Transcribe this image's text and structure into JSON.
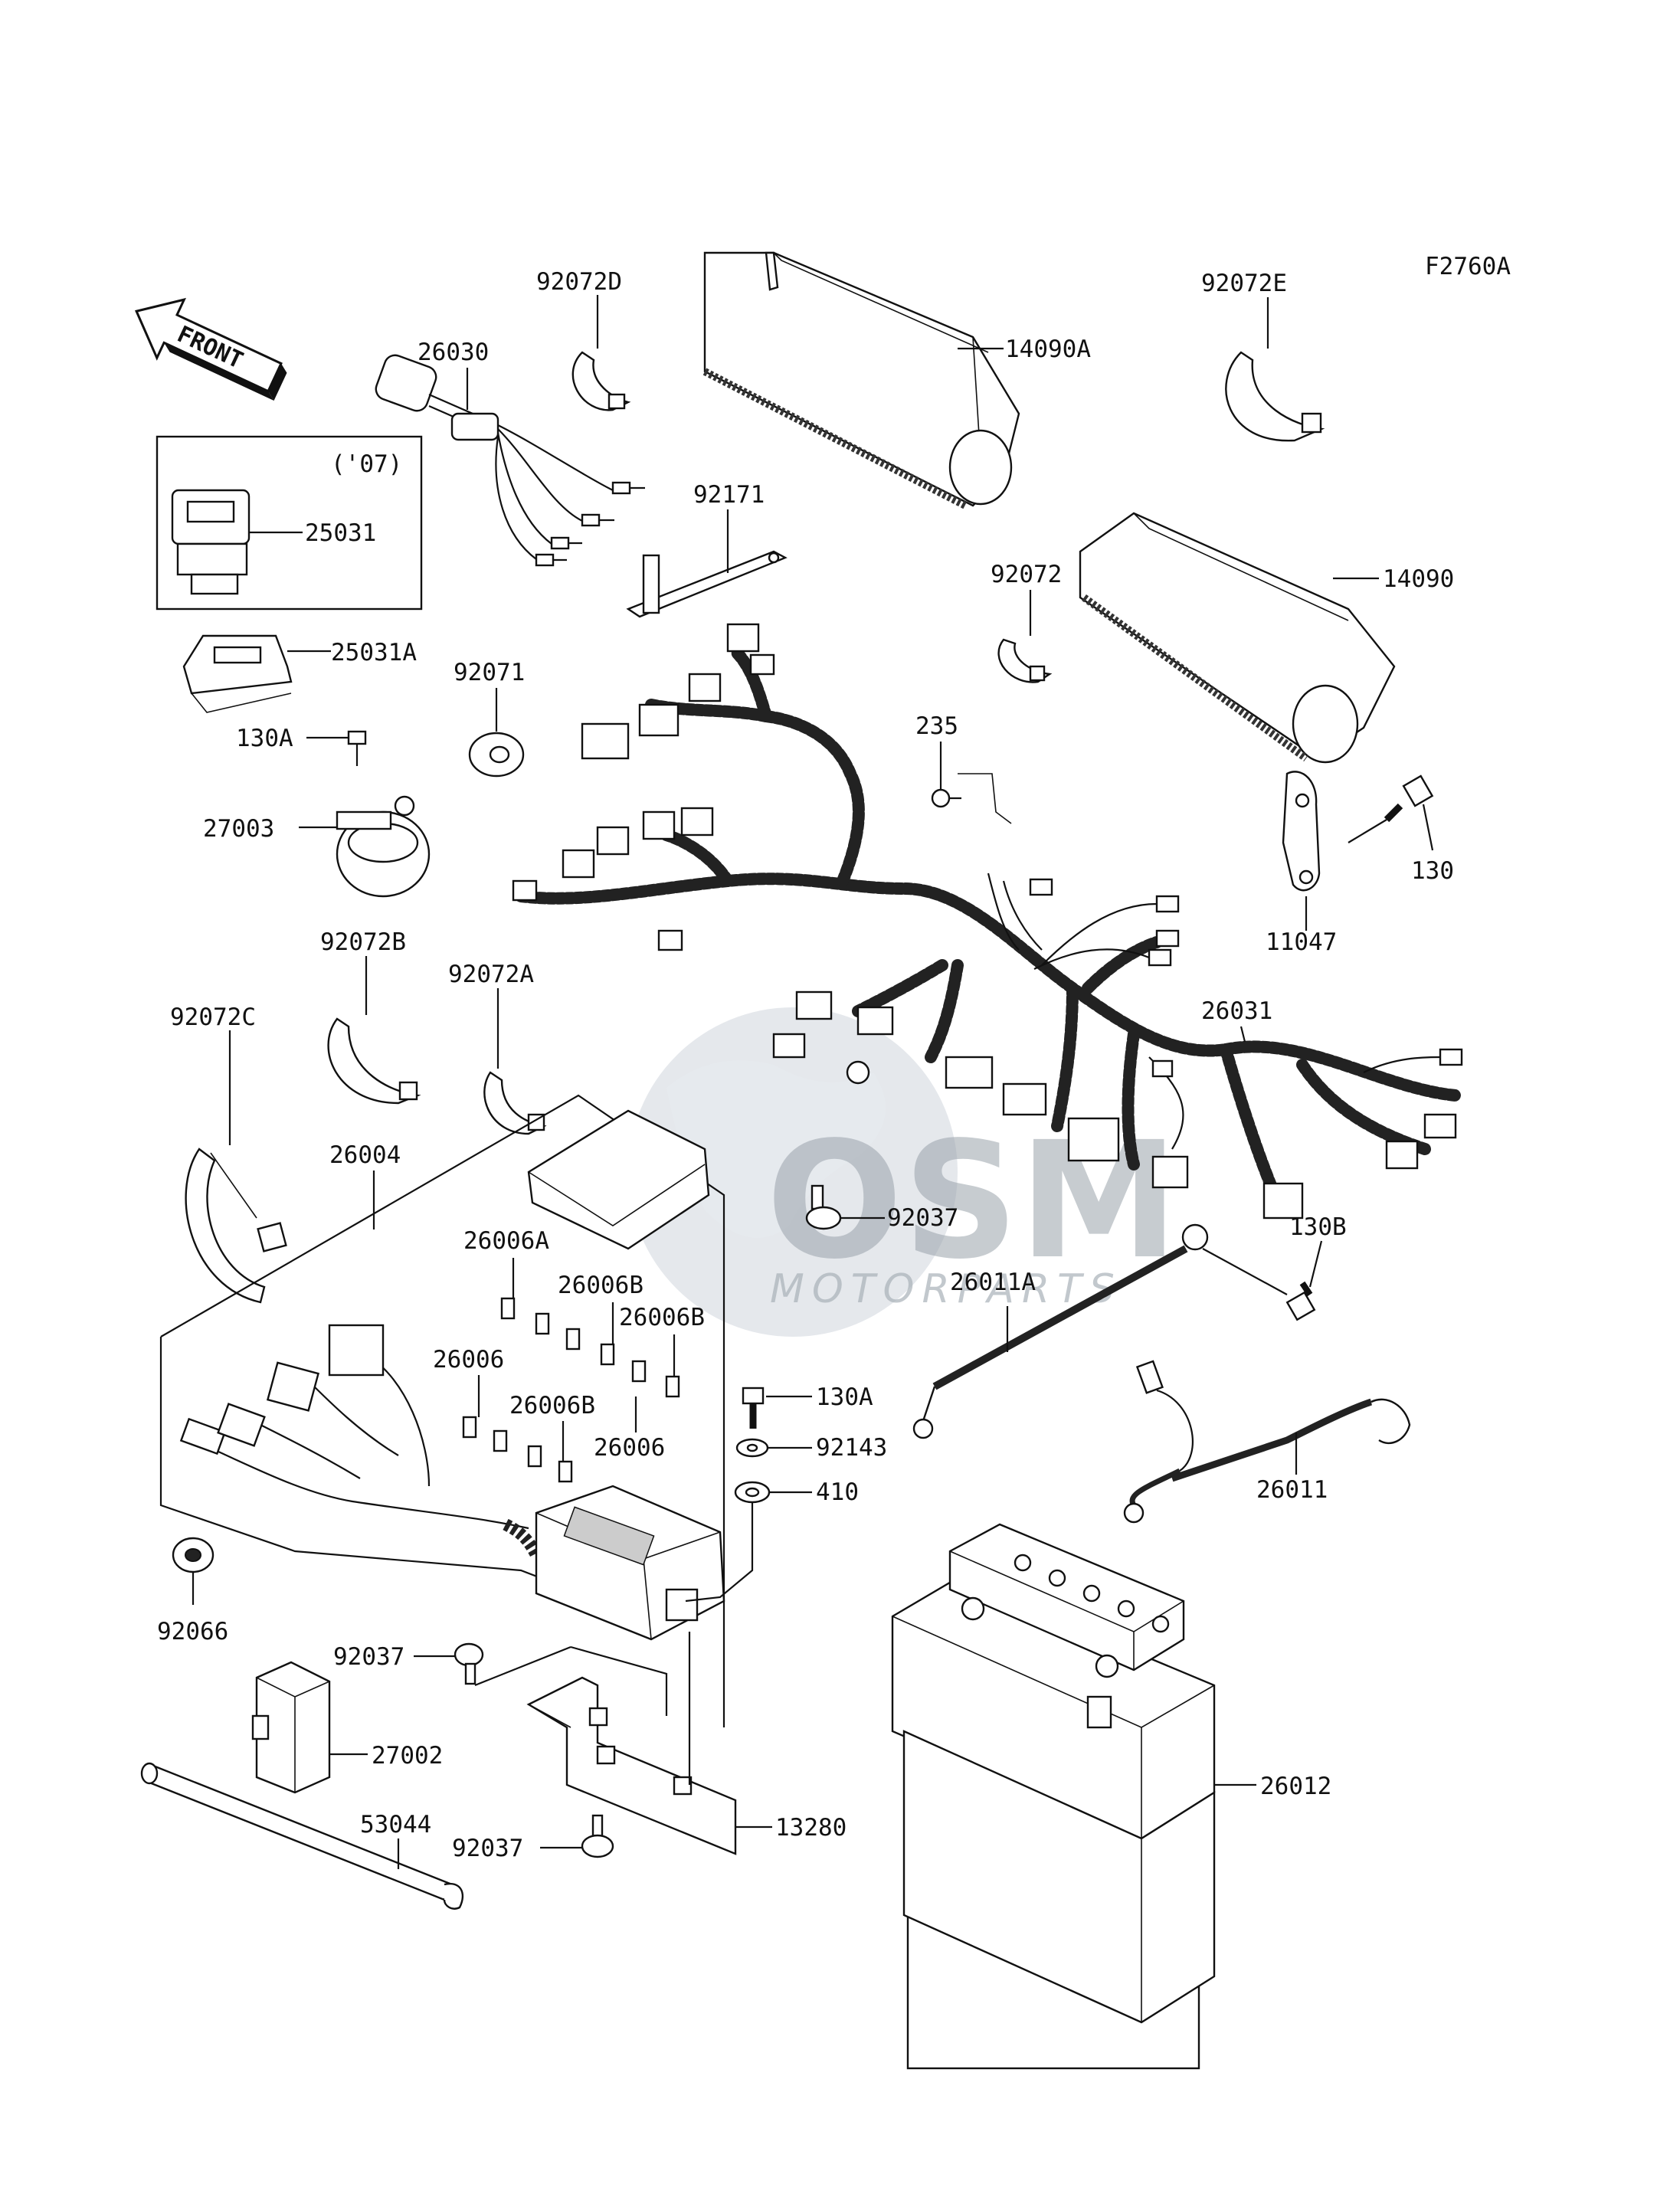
{
  "diagram": {
    "figure_code": "F2760A",
    "direction_label": "FRONT",
    "watermark": {
      "brand": "OSM",
      "sub": "MOTORPARTS"
    },
    "labels": {
      "p92072D": "92072D",
      "p26030": "26030",
      "p14090A": "14090A",
      "p92072E": "92072E",
      "year07": "('07)",
      "p25031": "25031",
      "p92171": "92171",
      "p14090": "14090",
      "p92072": "92072",
      "p25031A": "25031A",
      "p92071": "92071",
      "p130A_top": "130A",
      "p235": "235",
      "p130": "130",
      "p27003": "27003",
      "p11047": "11047",
      "p92072B": "92072B",
      "p92072A": "92072A",
      "p26031": "26031",
      "p92072C": "92072C",
      "p26004": "26004",
      "p26006A": "26006A",
      "p92037_top": "92037",
      "p130B": "130B",
      "p26006B_1": "26006B",
      "p26011A": "26011A",
      "p26006B_2": "26006B",
      "p26006_1": "26006",
      "p26006B_3": "26006B",
      "p130A_mid": "130A",
      "p26006_2": "26006",
      "p92143": "92143",
      "p26011": "26011",
      "p410": "410",
      "p92066": "92066",
      "p92037_mid": "92037",
      "p27002": "27002",
      "p26012": "26012",
      "p13280": "13280",
      "p53044": "53044",
      "p92037_bot": "92037"
    }
  }
}
